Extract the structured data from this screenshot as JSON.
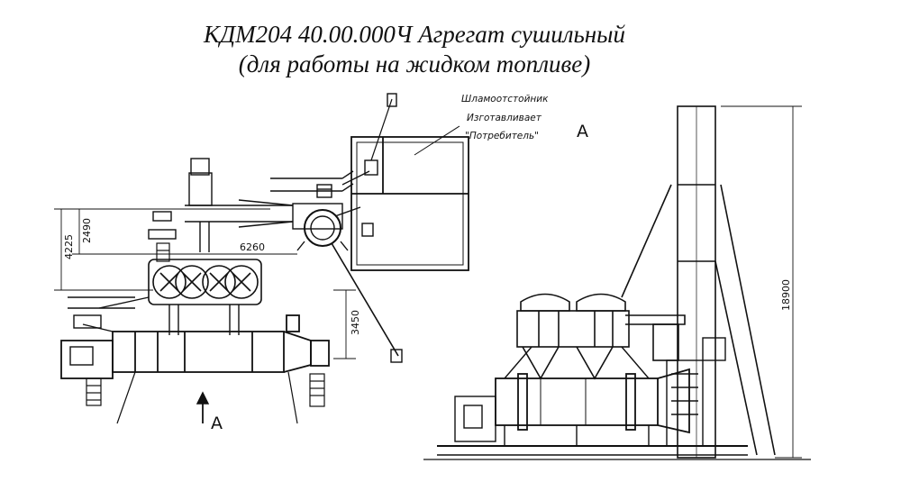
{
  "title_line1": "КДМ204 40.00.000Ч Агрегат сушильный",
  "title_line2": "(для работы на жидком топливе)",
  "dimensions": {
    "d4225": "4225",
    "d2490": "2490",
    "d6260": "6260",
    "d3450": "3450",
    "d18900": "18900"
  },
  "note_lines": [
    "Шламоотстойник",
    "Изготавливает",
    "\"Потребитель\""
  ],
  "view_label_top": "А",
  "view_label_bottom": "А",
  "colors": {
    "ink": "#111111",
    "background": "#ffffff"
  }
}
